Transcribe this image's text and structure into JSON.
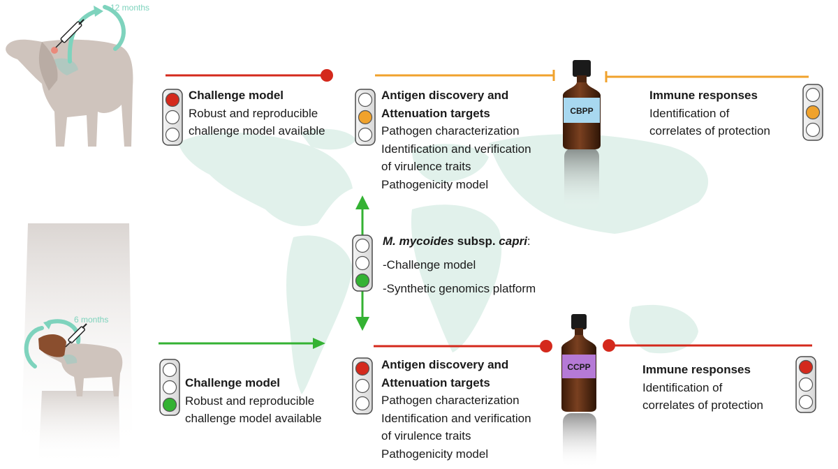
{
  "colors": {
    "red": "#d4291c",
    "orange": "#f0a22c",
    "green": "#34b233",
    "teal": "#7ed3bd",
    "map": "#dcefe8",
    "cbpp_label": "#a8d8f0",
    "ccpp_label": "#b57ad6",
    "bottle_glass": "#5a2e14"
  },
  "cattle": {
    "interval": "12 months",
    "icon": "syringe-icon"
  },
  "goat": {
    "interval": "6 months",
    "icon": "syringe-icon"
  },
  "bottles": {
    "cbpp": "CBPP",
    "ccpp": "CCPP"
  },
  "traffic_lights": {
    "cbpp_challenge": "red",
    "cbpp_antigen": "orange",
    "cbpp_immune": "orange",
    "mmc": "green",
    "ccpp_challenge": "green",
    "ccpp_antigen": "red",
    "ccpp_immune": "red"
  },
  "cbpp_row": {
    "challenge": {
      "heading": "Challenge model",
      "lines": [
        "Robust and reproducible",
        "challenge model available"
      ]
    },
    "antigen": {
      "heading_lines": [
        "Antigen discovery and",
        "Attenuation targets"
      ],
      "lines": [
        "Pathogen characterization",
        "Identification and verification",
        "of virulence traits",
        "Pathogenicity model"
      ]
    },
    "immune": {
      "heading": "Immune responses",
      "lines": [
        "Identification of",
        "correlates of protection"
      ]
    }
  },
  "mmc": {
    "organism_italic_1": "M. mycoides",
    "organism_mid": " subsp. ",
    "organism_italic_2": "capri",
    "organism_end": ":",
    "items": [
      "-Challenge model",
      "-Synthetic genomics platform"
    ]
  },
  "ccpp_row": {
    "challenge": {
      "heading": "Challenge model",
      "lines": [
        "Robust and reproducible",
        "challenge model available"
      ]
    },
    "antigen": {
      "heading_lines": [
        "Antigen discovery and",
        "Attenuation targets"
      ],
      "lines": [
        "Pathogen characterization",
        "Identification and verification",
        "of virulence traits",
        "Pathogenicity model"
      ]
    },
    "immune": {
      "heading": "Immune responses",
      "lines": [
        "Identification of",
        "correlates of protection"
      ]
    }
  }
}
